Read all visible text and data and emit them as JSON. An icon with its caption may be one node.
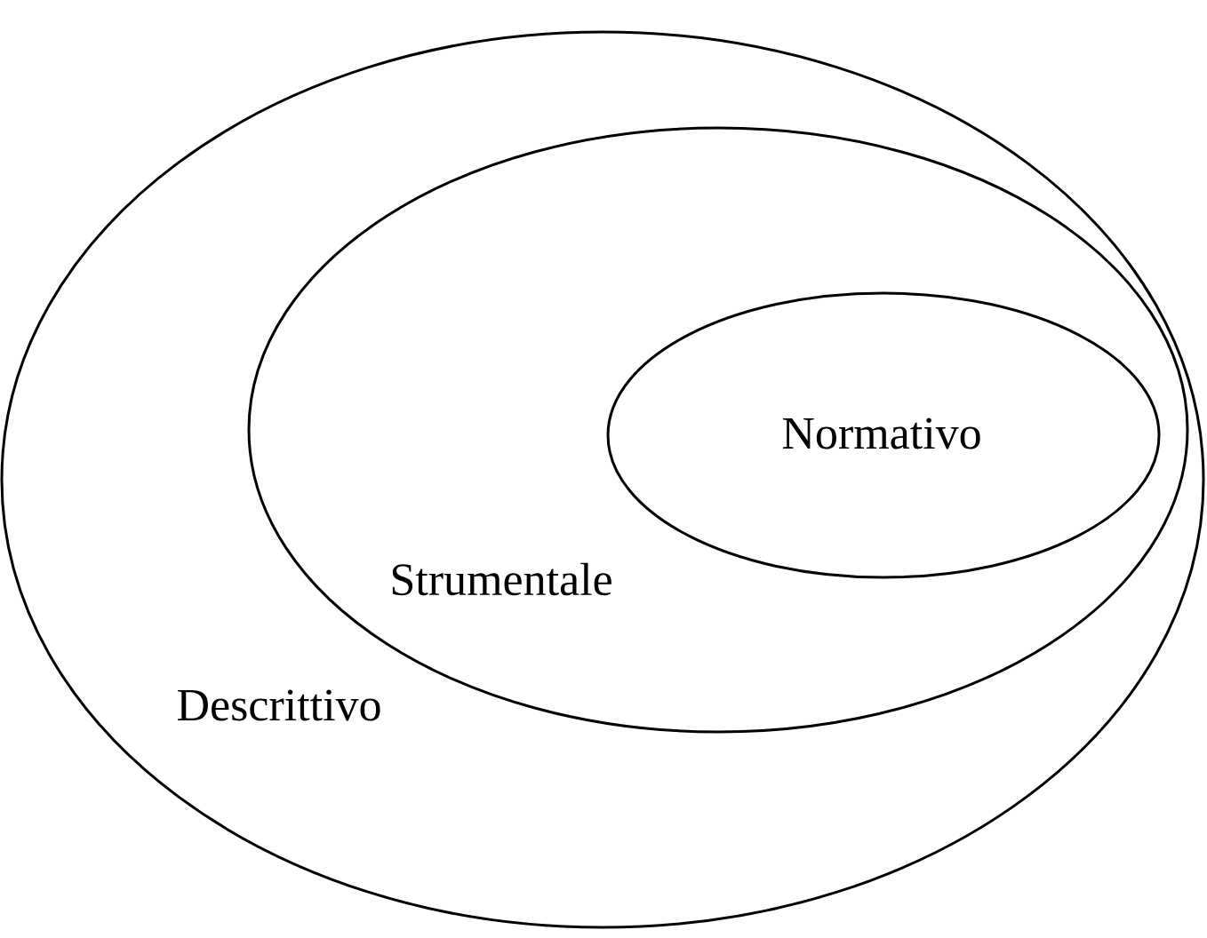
{
  "diagram": {
    "nodes": [
      {
        "text": [
          "Descrittivo"
        ]
      },
      {
        "text": [
          "Strumentale"
        ],
        "in": 0
      },
      {
        "text": [
          "Normativo"
        ],
        "in": 1
      }
    ]
  }
}
